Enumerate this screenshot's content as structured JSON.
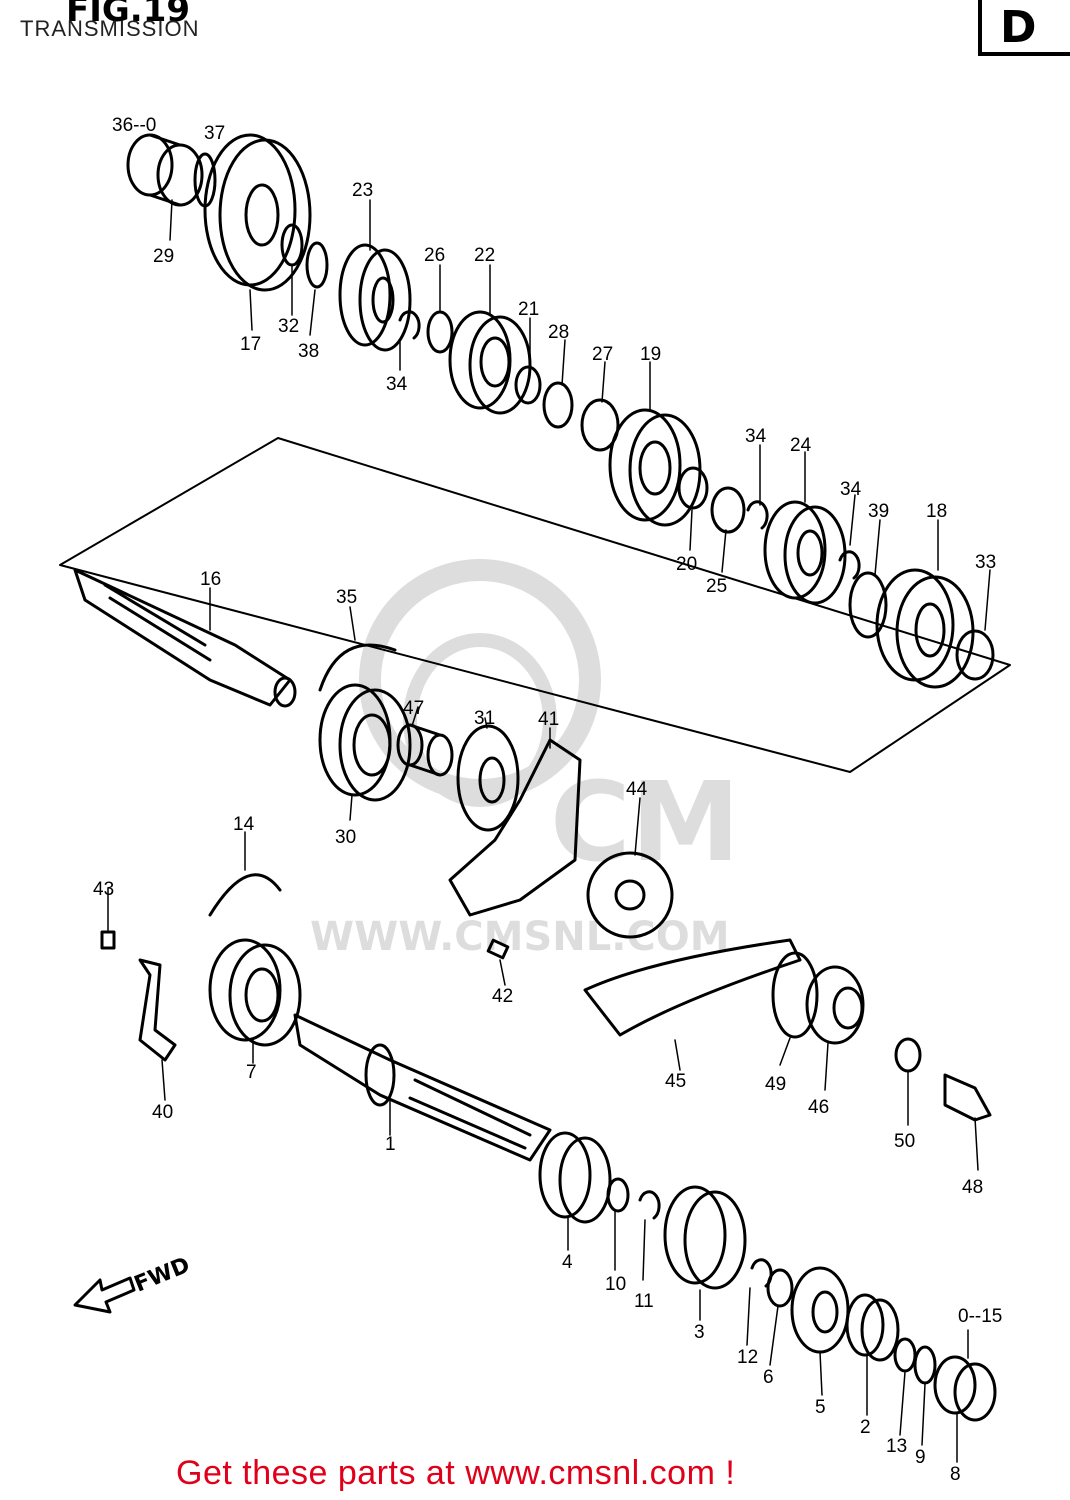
{
  "header": {
    "fig_label": "FIG.19",
    "title": "TRANSMISSION",
    "page_code": "D"
  },
  "direction_label": "FWD",
  "footer": {
    "link_text": "Get these parts at www.cmsnl.com !"
  },
  "watermark": {
    "text": "WWW.CMSNL.COM",
    "brand": "CMS"
  },
  "callouts": [
    {
      "id": "c36",
      "text": "36--0"
    },
    {
      "id": "c37",
      "text": "37"
    },
    {
      "id": "c29",
      "text": "29"
    },
    {
      "id": "c17",
      "text": "17"
    },
    {
      "id": "c32",
      "text": "32"
    },
    {
      "id": "c38",
      "text": "38"
    },
    {
      "id": "c23",
      "text": "23"
    },
    {
      "id": "c34a",
      "text": "34"
    },
    {
      "id": "c26",
      "text": "26"
    },
    {
      "id": "c22",
      "text": "22"
    },
    {
      "id": "c21",
      "text": "21"
    },
    {
      "id": "c28",
      "text": "28"
    },
    {
      "id": "c27",
      "text": "27"
    },
    {
      "id": "c19",
      "text": "19"
    },
    {
      "id": "c34b",
      "text": "34"
    },
    {
      "id": "c24",
      "text": "24"
    },
    {
      "id": "c34c",
      "text": "34"
    },
    {
      "id": "c39",
      "text": "39"
    },
    {
      "id": "c18",
      "text": "18"
    },
    {
      "id": "c33",
      "text": "33"
    },
    {
      "id": "c20",
      "text": "20"
    },
    {
      "id": "c25",
      "text": "25"
    },
    {
      "id": "c16",
      "text": "16"
    },
    {
      "id": "c35",
      "text": "35"
    },
    {
      "id": "c47",
      "text": "47"
    },
    {
      "id": "c31",
      "text": "31"
    },
    {
      "id": "c41",
      "text": "41"
    },
    {
      "id": "c30",
      "text": "30"
    },
    {
      "id": "c44",
      "text": "44"
    },
    {
      "id": "c14",
      "text": "14"
    },
    {
      "id": "c43",
      "text": "43"
    },
    {
      "id": "c42",
      "text": "42"
    },
    {
      "id": "c7",
      "text": "7"
    },
    {
      "id": "c40",
      "text": "40"
    },
    {
      "id": "c1",
      "text": "1"
    },
    {
      "id": "c45",
      "text": "45"
    },
    {
      "id": "c49",
      "text": "49"
    },
    {
      "id": "c46",
      "text": "46"
    },
    {
      "id": "c50",
      "text": "50"
    },
    {
      "id": "c48",
      "text": "48"
    },
    {
      "id": "c4",
      "text": "4"
    },
    {
      "id": "c10",
      "text": "10"
    },
    {
      "id": "c11",
      "text": "11"
    },
    {
      "id": "c3",
      "text": "3"
    },
    {
      "id": "c12",
      "text": "12"
    },
    {
      "id": "c6",
      "text": "6"
    },
    {
      "id": "c5",
      "text": "5"
    },
    {
      "id": "c2",
      "text": "2"
    },
    {
      "id": "c13",
      "text": "13"
    },
    {
      "id": "c9",
      "text": "9"
    },
    {
      "id": "c15",
      "text": "0--15"
    },
    {
      "id": "c8",
      "text": "8"
    }
  ]
}
